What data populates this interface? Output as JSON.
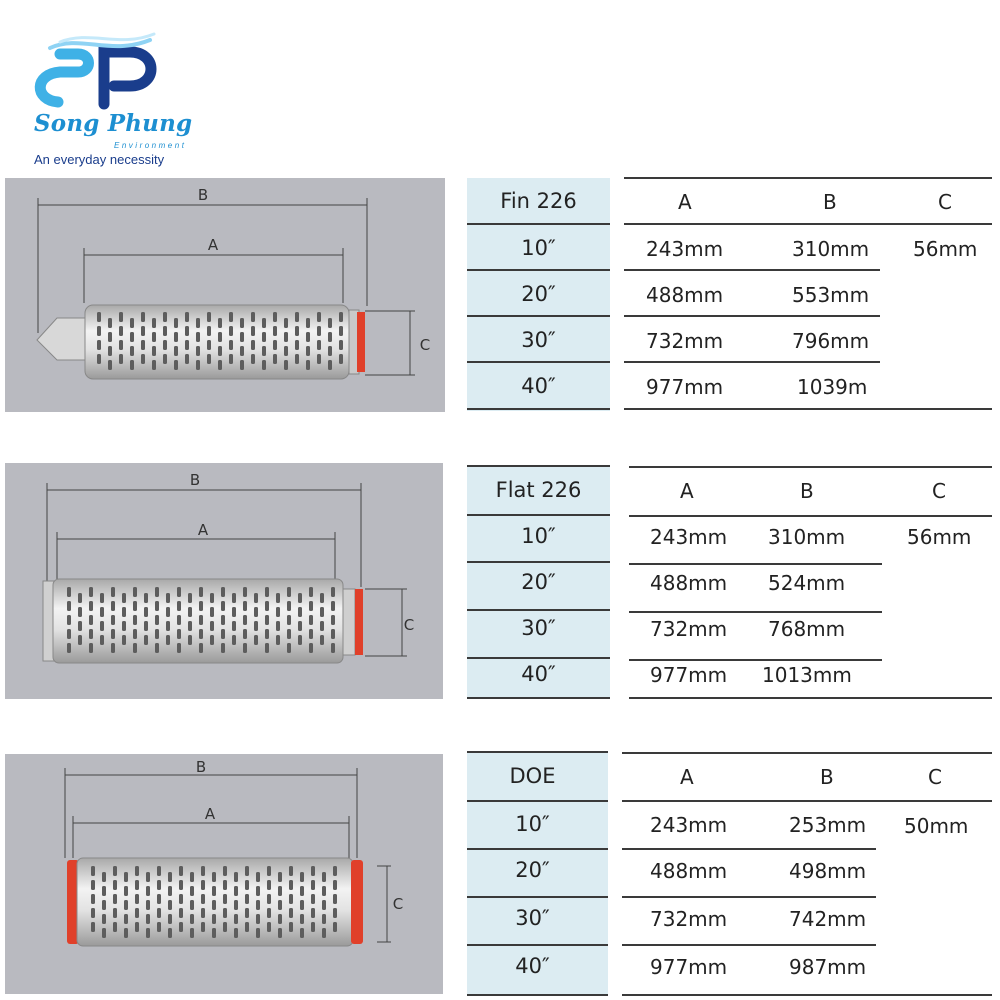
{
  "brand": {
    "name": "Song Phung",
    "sub": "Environment",
    "tagline": "An everyday necessity",
    "colors": {
      "light": "#3fb1e6",
      "dark": "#1a3d8c"
    }
  },
  "diagram_labels": {
    "a": "A",
    "b": "B",
    "c": "C"
  },
  "tables": [
    {
      "model": "Fin 226",
      "headers": [
        "A",
        "B",
        "C"
      ],
      "rows": [
        {
          "size": "10″",
          "a": "243mm",
          "b": "310mm",
          "c": "56mm"
        },
        {
          "size": "20″",
          "a": "488mm",
          "b": "553mm"
        },
        {
          "size": "30″",
          "a": "732mm",
          "b": "796mm"
        },
        {
          "size": "40″",
          "a": "977mm",
          "b": "1039m"
        }
      ]
    },
    {
      "model": "Flat 226",
      "headers": [
        "A",
        "B",
        "C"
      ],
      "rows": [
        {
          "size": "10″",
          "a": "243mm",
          "b": "310mm",
          "c": "56mm"
        },
        {
          "size": "20″",
          "a": "488mm",
          "b": "524mm"
        },
        {
          "size": "30″",
          "a": "732mm",
          "b": "768mm"
        },
        {
          "size": "40″",
          "a": "977mm",
          "b": "1013mm"
        }
      ]
    },
    {
      "model": "DOE",
      "headers": [
        "A",
        "B",
        "C"
      ],
      "rows": [
        {
          "size": "10″",
          "a": "243mm",
          "b": "253mm",
          "c": "50mm"
        },
        {
          "size": "20″",
          "a": "488mm",
          "b": "498mm"
        },
        {
          "size": "30″",
          "a": "732mm",
          "b": "742mm"
        },
        {
          "size": "40″",
          "a": "977mm",
          "b": "987mm"
        }
      ]
    }
  ]
}
